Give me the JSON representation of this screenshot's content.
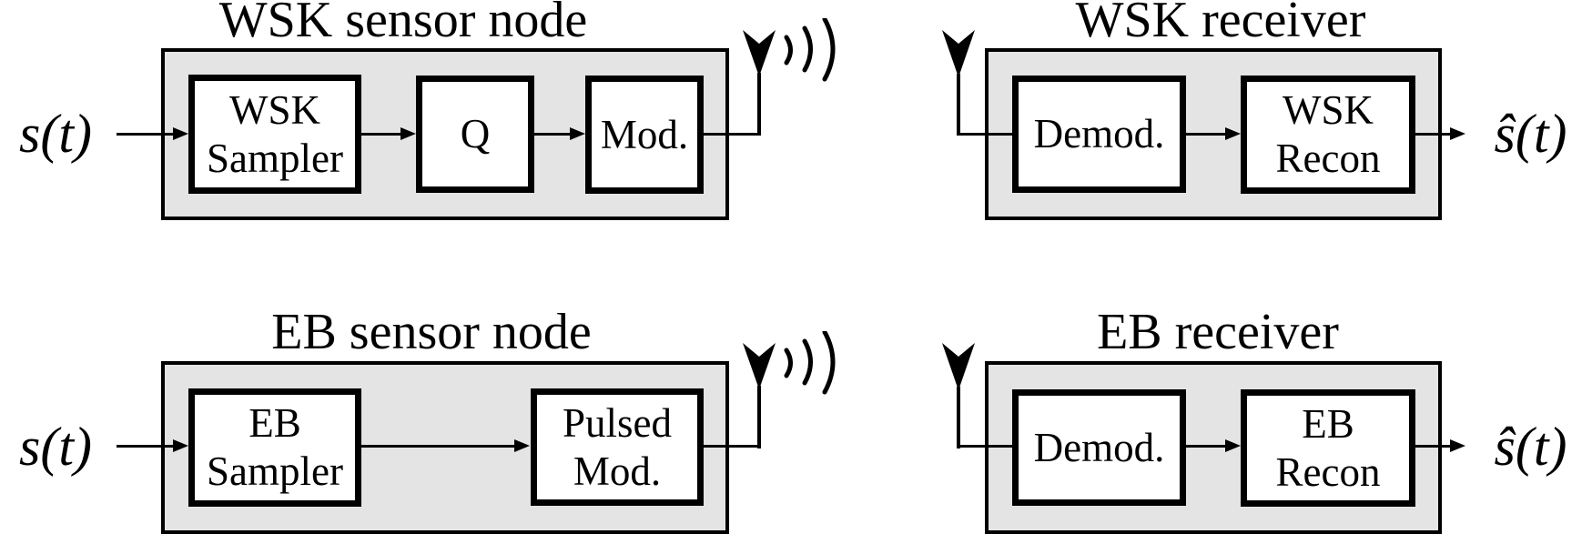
{
  "colors": {
    "panel_fill": "#e4e4e4",
    "block_fill": "#ffffff",
    "stroke": "#000000",
    "background": "#ffffff"
  },
  "diagram": {
    "panels": [
      {
        "title": "WSK sensor node",
        "input_label": "s(t)",
        "blocks": [
          {
            "lines": [
              "WSK",
              "Sampler"
            ]
          },
          {
            "lines": [
              "Q"
            ]
          },
          {
            "lines": [
              "Mod."
            ]
          }
        ],
        "antenna": "transmit"
      },
      {
        "title": "WSK receiver",
        "output_label": "ŝ(t)",
        "blocks": [
          {
            "lines": [
              "Demod."
            ]
          },
          {
            "lines": [
              "WSK",
              "Recon"
            ]
          }
        ],
        "antenna": "receive"
      },
      {
        "title": "EB sensor node",
        "input_label": "s(t)",
        "blocks": [
          {
            "lines": [
              "EB",
              "Sampler"
            ]
          },
          {
            "lines": [
              "Pulsed",
              "Mod."
            ]
          }
        ],
        "antenna": "transmit"
      },
      {
        "title": "EB receiver",
        "output_label": "ŝ(t)",
        "blocks": [
          {
            "lines": [
              "Demod."
            ]
          },
          {
            "lines": [
              "EB",
              "Recon"
            ]
          }
        ],
        "antenna": "receive"
      }
    ]
  }
}
